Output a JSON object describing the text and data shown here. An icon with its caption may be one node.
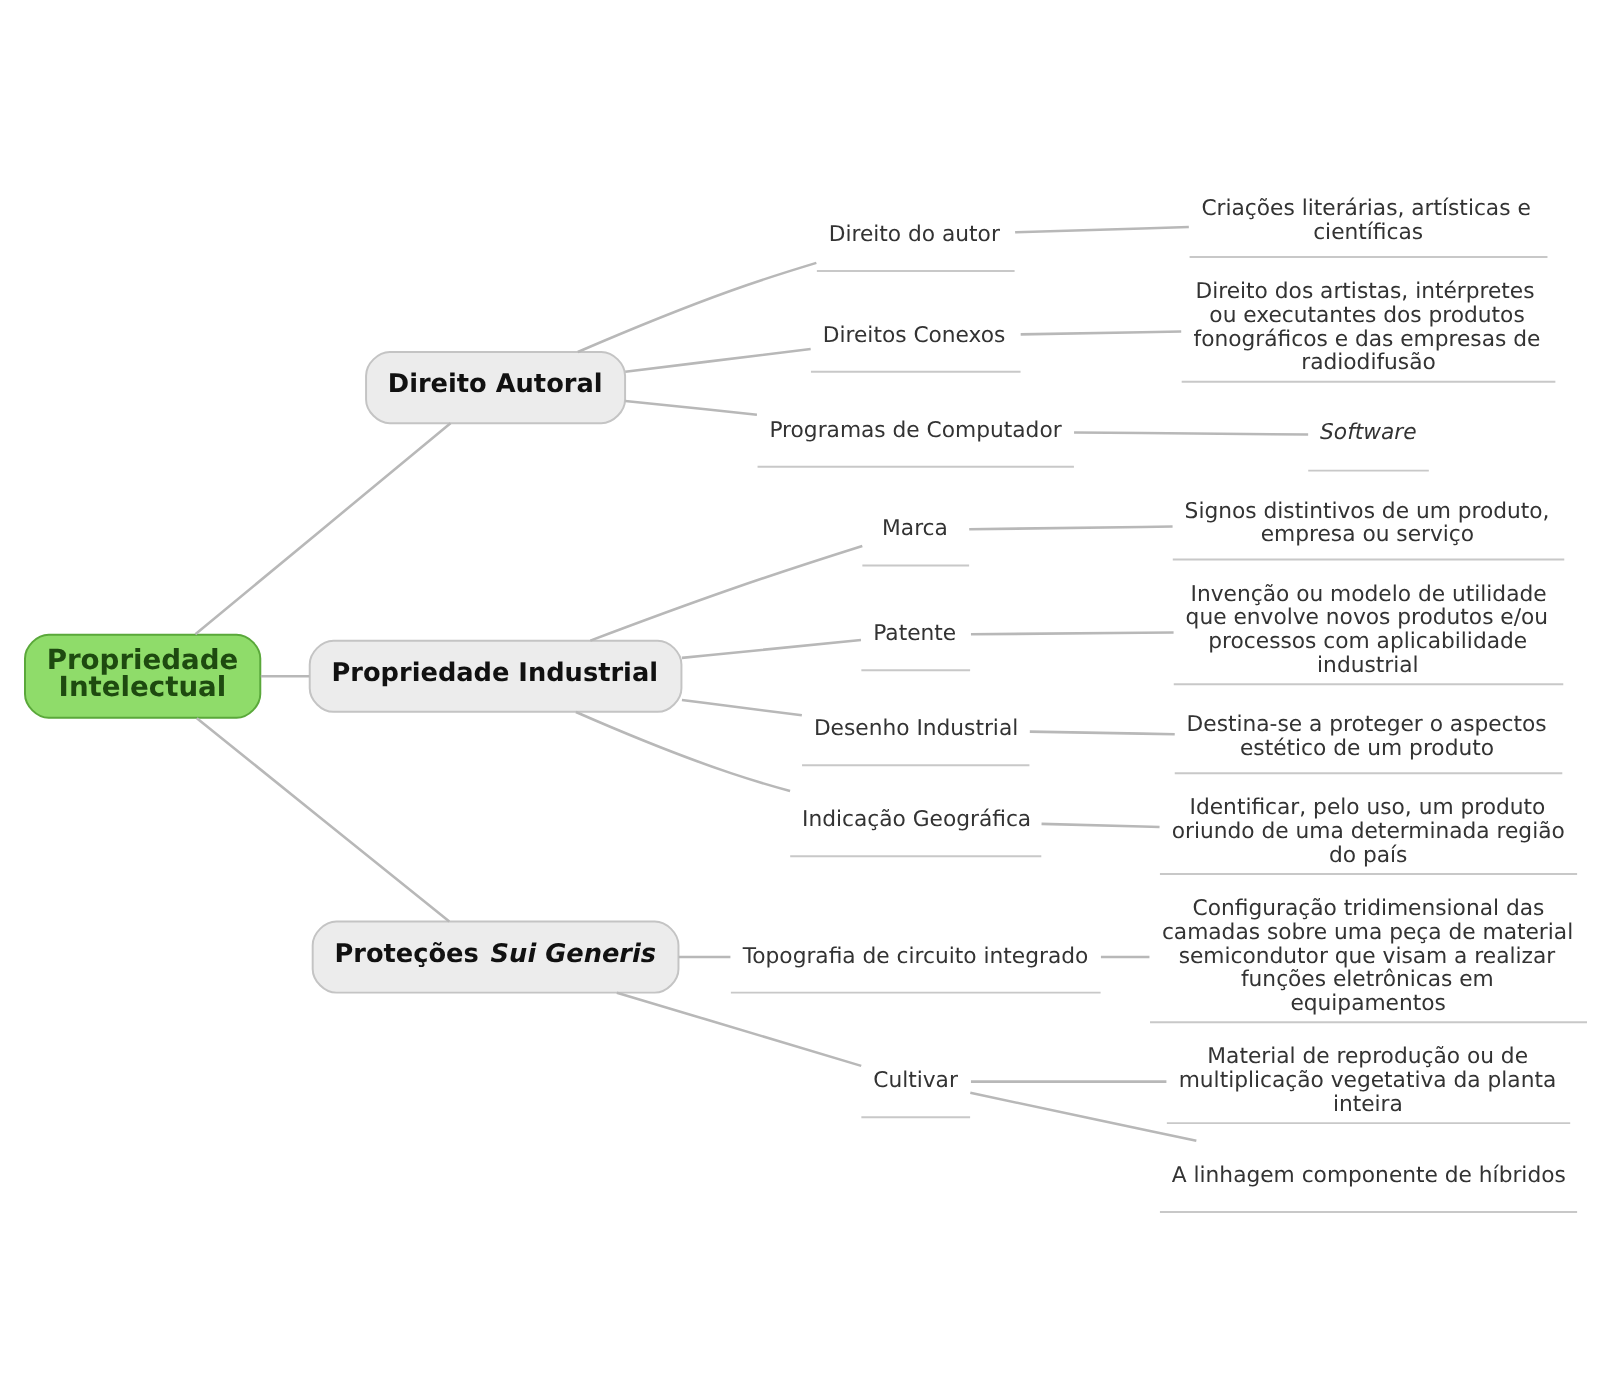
{
  "diagram": {
    "nodes": [
      {
        "text": [
          "Propriedade Intelectual"
        ]
      },
      {
        "text": [
          "Direito Autoral"
        ]
      },
      {
        "text": [
          "Direito do autor"
        ]
      },
      {
        "text": [
          "Criações literárias, artísticas e científicas"
        ]
      },
      {
        "text": [
          "Direitos Conexos"
        ]
      },
      {
        "text": [
          "Direito dos artistas, intérpretes ou executantes dos produtos fonográficos e das empresas de radiodifusão"
        ]
      },
      {
        "text": [
          "Programas de Computador"
        ]
      },
      {
        "text": [
          "Software"
        ]
      },
      {
        "text": [
          "Propriedade Industrial"
        ]
      },
      {
        "text": [
          "Marca"
        ]
      },
      {
        "text": [
          "Signos distintivos de um produto, empresa ou serviço"
        ]
      },
      {
        "text": [
          "Patente"
        ]
      },
      {
        "text": [
          "Invenção ou modelo de utilidade que envolve novos produtos e/ou processos com aplicabilidade industrial"
        ]
      },
      {
        "text": [
          "Desenho Industrial"
        ]
      },
      {
        "text": [
          "Destina-se a proteger o aspectos estético de um produto"
        ]
      },
      {
        "text": [
          "Indicação Geográfica"
        ]
      },
      {
        "text": [
          "Identificar, pelo uso, um produto oriundo de uma determinada região do país"
        ]
      },
      {
        "text": [
          "Proteções *Sui Generis*"
        ]
      },
      {
        "text": [
          "Topografia de circuito integrado"
        ]
      },
      {
        "text": [
          "Configuração tridimensional das camadas sobre uma peça de material semicondutor que visam a realizar funções eletrônicas em equipamentos"
        ]
      },
      {
        "text": [
          "Cultivar"
        ]
      },
      {
        "text": [
          "Material de reprodução ou de multiplicação vegetativa da planta inteira"
        ]
      },
      {
        "text": [
          "A linhagem componente de híbridos"
        ]
      }
    ],
    "edges": [
      {
        "from": 0,
        "to": 1,
        "arrow": "none"
      },
      {
        "from": 1,
        "to": 2,
        "arrow": "none"
      },
      {
        "from": 2,
        "to": 3,
        "arrow": "none"
      },
      {
        "from": 1,
        "to": 4,
        "arrow": "none"
      },
      {
        "from": 4,
        "to": 5,
        "arrow": "none"
      },
      {
        "from": 1,
        "to": 6,
        "arrow": "none"
      },
      {
        "from": 6,
        "to": 7,
        "arrow": "none"
      },
      {
        "from": 0,
        "to": 8,
        "arrow": "none"
      },
      {
        "from": 8,
        "to": 9,
        "arrow": "none"
      },
      {
        "from": 9,
        "to": 10,
        "arrow": "none"
      },
      {
        "from": 8,
        "to": 11,
        "arrow": "none"
      },
      {
        "from": 11,
        "to": 12,
        "arrow": "none"
      },
      {
        "from": 8,
        "to": 13,
        "arrow": "none"
      },
      {
        "from": 13,
        "to": 14,
        "arrow": "none"
      },
      {
        "from": 8,
        "to": 15,
        "arrow": "none"
      },
      {
        "from": 15,
        "to": 16,
        "arrow": "none"
      },
      {
        "from": 0,
        "to": 17,
        "arrow": "none"
      },
      {
        "from": 17,
        "to": 18,
        "arrow": "none"
      },
      {
        "from": 18,
        "to": 19,
        "arrow": "none"
      },
      {
        "from": 17,
        "to": 20,
        "arrow": "none"
      },
      {
        "from": 20,
        "to": 21,
        "arrow": "none"
      },
      {
        "from": 20,
        "to": 22,
        "arrow": "none"
      }
    ]
  }
}
